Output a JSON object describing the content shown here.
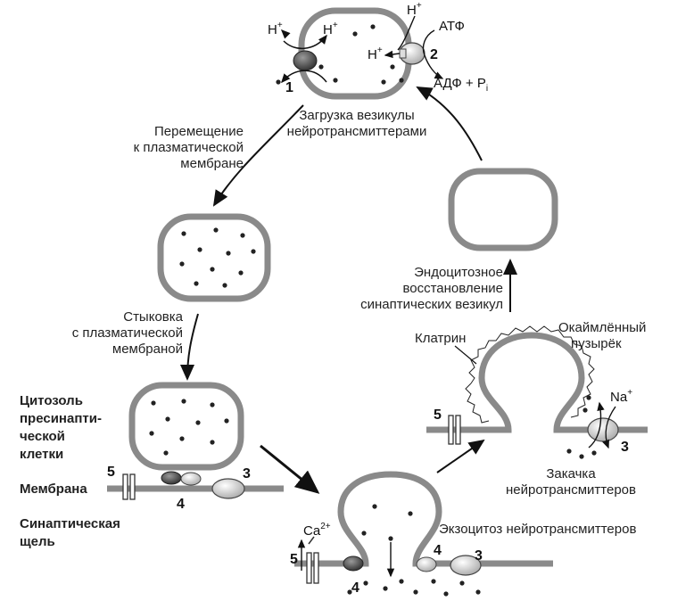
{
  "labels": {
    "loading": [
      "Загрузка везикулы",
      "нейротрансмиттерами"
    ],
    "movement": [
      "Перемещение",
      "к плазматической",
      "мембране"
    ],
    "docking": [
      "Стыковка",
      "с плазматической",
      "мембраной"
    ],
    "cytosol": [
      "Цитозоль",
      "пресинапти-",
      "ческой",
      "клетки"
    ],
    "membrane": "Мембрана",
    "cleft": [
      "Синаптическая",
      "щель"
    ],
    "exocytosis": "Экзоцитоз нейротрансмиттеров",
    "endocytosis": [
      "Эндоцитозное",
      "восстановление",
      "синаптических везикул"
    ],
    "clathrin": "Клатрин",
    "coated_vesicle": [
      "Окаймлённый",
      "пузырёк"
    ],
    "uptake": [
      "Закачка",
      "нейротрансмиттеров"
    ]
  },
  "ions": {
    "h": "H",
    "plus": "+",
    "atp": "АТФ",
    "adp": "АДФ + P",
    "pi_sub": "i",
    "na": "Na",
    "ca": "Ca",
    "ca_charge": "2+"
  },
  "numbers": {
    "one": "1",
    "two": "2",
    "three": "3",
    "four": "4",
    "five": "5"
  },
  "colors": {
    "membrane": "#8a8a8a",
    "protein_dark": "#4a4a4a",
    "protein_light": "#c8c8c8",
    "text": "#222222"
  }
}
